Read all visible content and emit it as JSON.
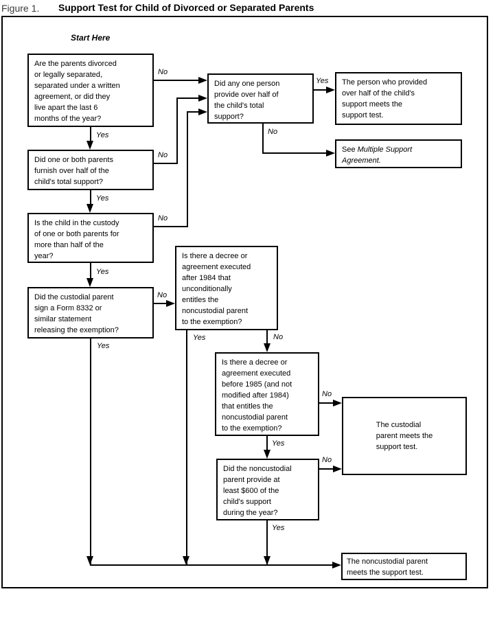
{
  "title": {
    "figure_label": "Figure 1.",
    "title_text": "Support Test for Child of Divorced or Separated Parents"
  },
  "start_here_label": "Start Here",
  "edge_labels": {
    "yes": "Yes",
    "no": "No"
  },
  "nodes": {
    "divorced": {
      "text": "Are the parents divorced\nor legally separated,\nseparated under a written\nagreement, or did they\nlive apart the last 6\nmonths of the year?"
    },
    "furnish_half": {
      "text": "Did one or both parents\nfurnish over half of the\nchild's total support?"
    },
    "custody": {
      "text": "Is the child in the custody\nof one or both parents for\nmore than half of the\nyear?"
    },
    "form_8332": {
      "text": "Did the custodial parent\nsign a Form 8332 or\nsimilar statement\nreleasing the exemption?"
    },
    "one_person_half": {
      "text": "Did any one person\nprovide over half of\nthe child's total\nsupport?"
    },
    "person_meets": {
      "text": "The person who provided\nover half of the child's\nsupport meets the\nsupport test."
    },
    "see_multiple": {
      "prefix": "See ",
      "reference": "Multiple Support\nAgreement."
    },
    "decree_after_1984": {
      "text": "Is there a decree or\nagreement executed\nafter 1984 that\nunconditionally\nentitles the\nnoncustodial parent\nto the exemption?"
    },
    "decree_before_1985": {
      "text": "Is there a decree or\nagreement executed\nbefore 1985 (and not\nmodified after 1984)\nthat entitles the\nnoncustodial parent\nto the exemption?"
    },
    "support_600": {
      "text": "Did the noncustodial\nparent provide at\nleast $600 of the\nchild's support\nduring the year?"
    },
    "custodial_meets": {
      "text": "The custodial\nparent meets the\nsupport test."
    },
    "noncustodial_meets": {
      "text": "The noncustodial parent\nmeets the support test."
    }
  },
  "colors": {
    "line": "#000000",
    "background": "#ffffff",
    "text": "#000000"
  }
}
